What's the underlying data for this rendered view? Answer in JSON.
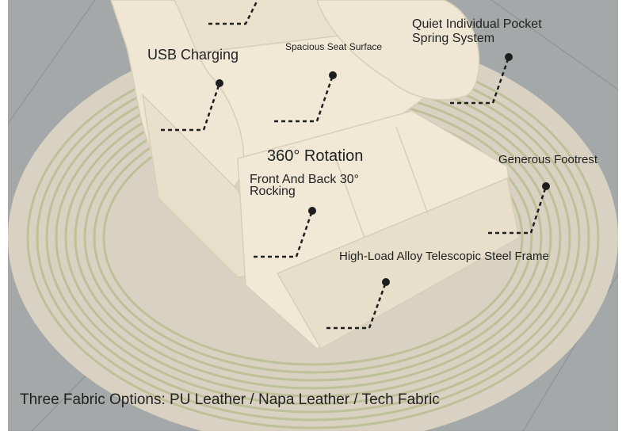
{
  "colors": {
    "floor": "#a5a8a8",
    "rug": "#d9d2c2",
    "rug_stripe": "#b9bd93",
    "chair": "#eee6d3",
    "chair_shade": "#d8ceb8",
    "line": "#1e1e1e",
    "text": "#222222"
  },
  "callouts": {
    "usb_charging": "USB Charging",
    "spacious_seat": "Spacious Seat Surface",
    "pocket_spring": [
      "Quiet Individual Pocket",
      "Spring System"
    ],
    "rotation": "360° Rotation",
    "rocking": [
      "Front And Back 30°",
      "Rocking"
    ],
    "footrest": "Generous Footrest",
    "steel_frame": "High-Load Alloy Telescopic Steel Frame",
    "fabric_options": "Three Fabric Options: PU Leather / Napa Leather / Tech Fabric"
  }
}
